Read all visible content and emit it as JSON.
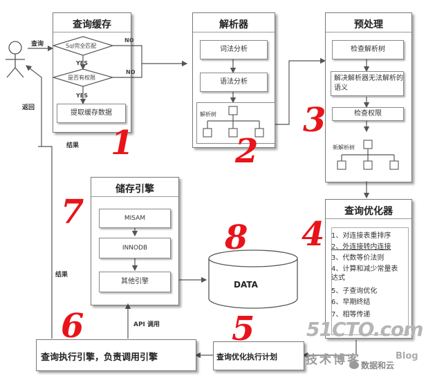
{
  "user": {
    "query_label": "查询",
    "return_label": "返回",
    "result_label": "结果"
  },
  "cache": {
    "title": "查询缓存",
    "check1": "Sql完全匹配",
    "check2": "是否有权限",
    "yes": "YES",
    "no": "NO",
    "fetch": "提取缓存数据"
  },
  "parser": {
    "title": "解析器",
    "lexical": "词法分析",
    "syntax": "语法分析",
    "tree": "解析树"
  },
  "preprocess": {
    "title": "预处理",
    "check_tree": "检查解析树",
    "resolve": "解决解析器无法解析的语义",
    "check_perm": "检查权限",
    "new_tree": "新解析树"
  },
  "optimizer": {
    "title": "查询优化器",
    "items": [
      "1、对连接表重排序",
      "2、外连接转内连接",
      "3、代数等价法则",
      "4、计算和减少常量表达式",
      "5、子查询优化",
      "6、早期终结",
      "7、相等传递"
    ]
  },
  "storage": {
    "title": "储存引擎",
    "engines": [
      "MISAM",
      "INNODB",
      "其他引擎"
    ]
  },
  "data": {
    "label": "DATA"
  },
  "api_label": "API 调用",
  "executor": {
    "label": "查询执行引擎，负责调用引擎"
  },
  "plan": {
    "label": "查询优化执行计划"
  },
  "numbers": [
    "1",
    "2",
    "3",
    "4",
    "5",
    "6",
    "7",
    "8"
  ],
  "watermark": {
    "logo": "51CTO.com",
    "sub": "技术博客",
    "blog": "Blog",
    "account": "数据和云"
  },
  "colors": {
    "annotation": "#e8141a",
    "lines": "#555555",
    "logo": "#b5b5b5"
  }
}
